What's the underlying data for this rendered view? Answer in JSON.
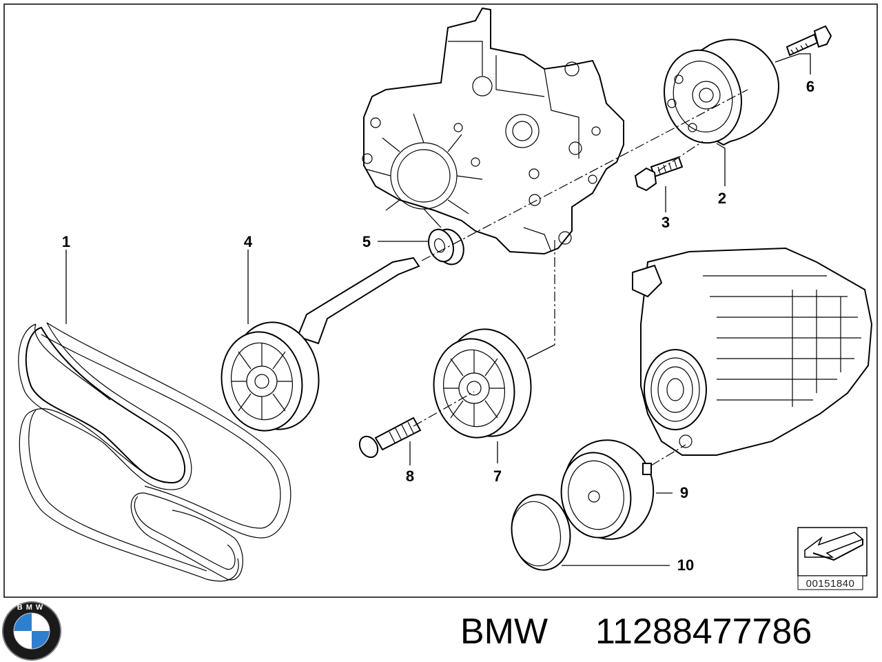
{
  "parts": [
    {
      "number": "1",
      "name": "ribbed-v-belt"
    },
    {
      "number": "2",
      "name": "belt-tensioner"
    },
    {
      "number": "3",
      "name": "hex-bolt"
    },
    {
      "number": "4",
      "name": "tension-pulley-with-arm"
    },
    {
      "number": "5",
      "name": "washer"
    },
    {
      "number": "6",
      "name": "hex-bolt"
    },
    {
      "number": "7",
      "name": "deflection-pulley"
    },
    {
      "number": "8",
      "name": "socket-head-screw"
    },
    {
      "number": "9",
      "name": "guide-pulley"
    },
    {
      "number": "10",
      "name": "pulley-cap"
    }
  ],
  "drawing_number": "00151840",
  "footer": {
    "brand": "BMW",
    "part_number": "11288477786",
    "logo_letters": "BMW"
  },
  "colors": {
    "line": "#000000",
    "background": "#ffffff",
    "logo_blue": "#2f7fd0"
  }
}
